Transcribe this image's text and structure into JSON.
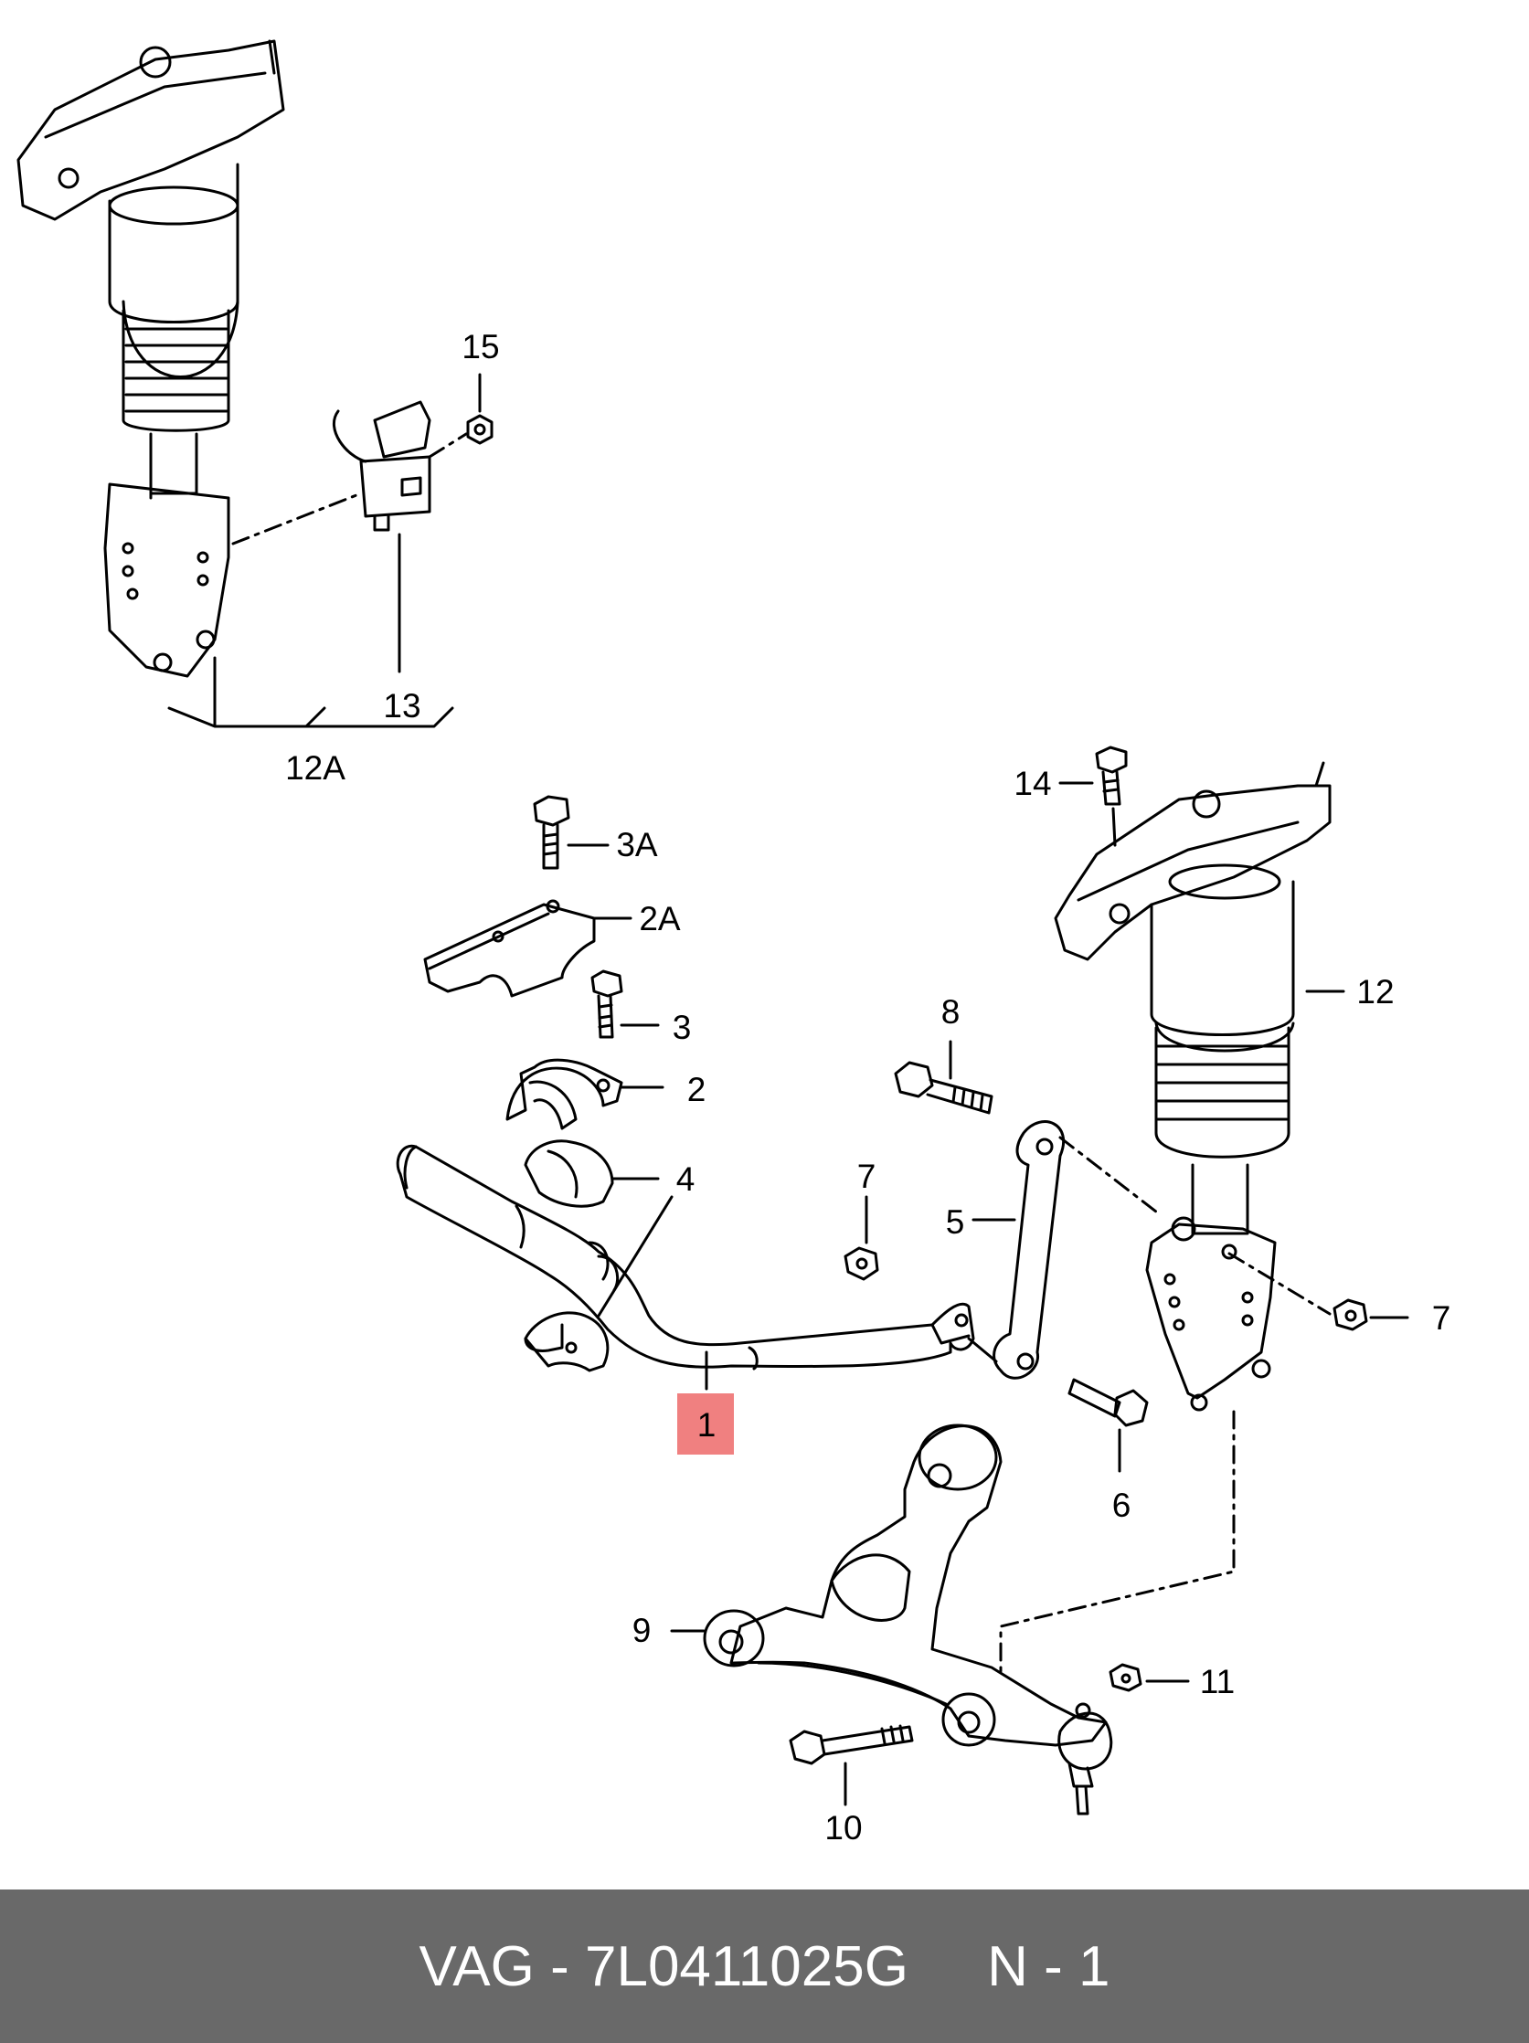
{
  "labels": {
    "l15": "15",
    "l13": "13",
    "l12A": "12A",
    "l14": "14",
    "l3A": "3A",
    "l2A": "2A",
    "l12": "12",
    "l8": "8",
    "l3": "3",
    "l2": "2",
    "l4": "4",
    "l7a": "7",
    "l5": "5",
    "l7b": "7",
    "l1": "1",
    "l6": "6",
    "l9": "9",
    "l11": "11",
    "l10": "10"
  },
  "highlight_color": "#f08080",
  "footer": {
    "part": "VAG - 7L0411025G",
    "position": "N - 1",
    "background": "#696969"
  }
}
